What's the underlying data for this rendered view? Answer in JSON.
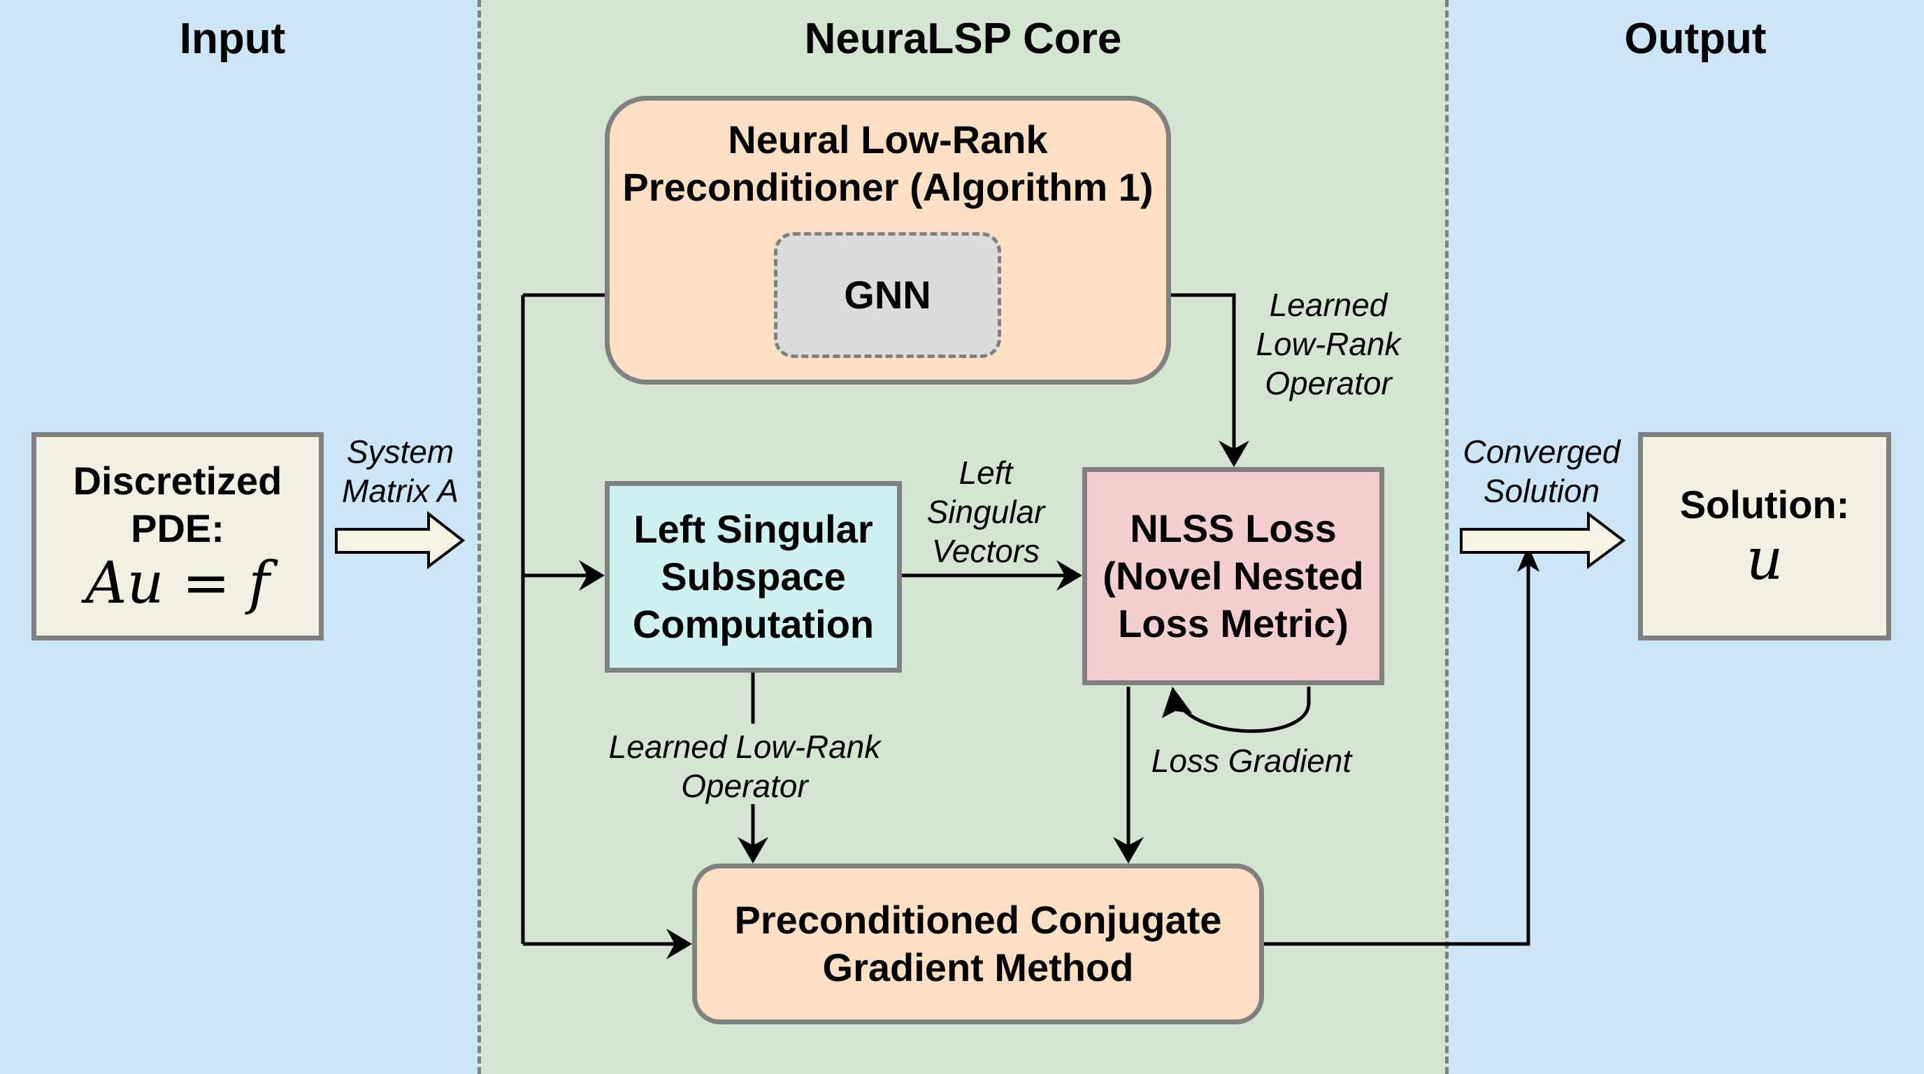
{
  "zones": {
    "input": {
      "title": "Input"
    },
    "core": {
      "title": "NeuraLSP Core"
    },
    "output": {
      "title": "Output"
    }
  },
  "colors": {
    "side_background": "#cce5f7",
    "core_background": "#d4e6d1",
    "preconditioner_fill": "#fde0c4",
    "gnn_fill": "#dcdcdc",
    "lss_fill": "#d0f1f2",
    "nlss_fill": "#f5cfd0",
    "pcg_fill": "#fde0c4",
    "io_fill": "#f2f0e2",
    "border": "#808080"
  },
  "nodes": {
    "input_pde": {
      "title": "Discretized\nPDE:",
      "math": "Au = f"
    },
    "preconditioner": {
      "title": "Neural Low-Rank\nPreconditioner (Algorithm 1)"
    },
    "gnn": {
      "title": "GNN"
    },
    "lss": {
      "title": "Left Singular\nSubspace\nComputation"
    },
    "nlss": {
      "title": "NLSS Loss\n(Novel Nested\nLoss Metric)"
    },
    "pcg": {
      "title": "Preconditioned Conjugate\nGradient Method"
    },
    "solution": {
      "title": "Solution:",
      "math": "u"
    }
  },
  "edges": {
    "system_matrix": "System\nMatrix A",
    "gnn_to_nlss": "Learned\nLow-Rank\nOperator",
    "lss_to_nlss": "Left\nSingular\nVectors",
    "lss_to_pcg": "Learned Low-Rank\nOperator",
    "loss_gradient": "Loss Gradient",
    "converged": "Converged\nSolution"
  }
}
